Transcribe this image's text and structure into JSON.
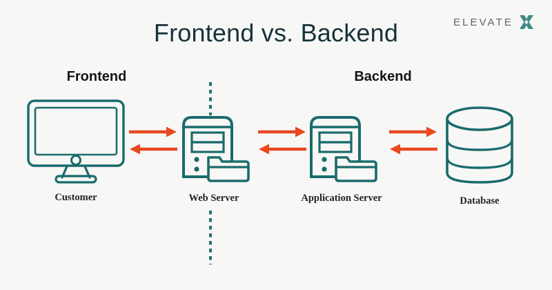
{
  "theme": {
    "background": "#f7f7f6",
    "icon_teal": "#1a6b6b",
    "title_color": "#16333a",
    "arrow_orange": "#e8491f",
    "logo_gray": "#5d6265",
    "logo_mark_teal": "#3c8c84",
    "divider_color": "#2a6f73"
  },
  "logo": {
    "wordmark": "ELEVATE",
    "mark": "x-mark-icon"
  },
  "title": "Frontend vs. Backend",
  "headings": {
    "left": "Frontend",
    "right": "Backend"
  },
  "nodes": [
    {
      "id": "customer",
      "caption": "Customer",
      "icon": "desktop-monitor-icon"
    },
    {
      "id": "web-server",
      "caption": "Web Server",
      "icon": "server-tower-folder-icon"
    },
    {
      "id": "application-server",
      "caption": "Application Server",
      "icon": "server-tower-folder-icon"
    },
    {
      "id": "database",
      "caption": "Database",
      "icon": "database-cylinder-icon"
    }
  ],
  "connections": [
    {
      "id": "customer-web",
      "from": "customer",
      "to": "web-server",
      "forward": "right-arrow-icon",
      "back": "left-arrow-icon"
    },
    {
      "id": "web-app",
      "from": "web-server",
      "to": "application-server",
      "forward": "right-arrow-icon",
      "back": "left-arrow-icon"
    },
    {
      "id": "app-db",
      "from": "application-server",
      "to": "database",
      "forward": "right-arrow-icon",
      "back": "left-arrow-icon"
    }
  ],
  "divider": {
    "name": "frontend-backend-divider",
    "style": "dotted-vertical"
  }
}
